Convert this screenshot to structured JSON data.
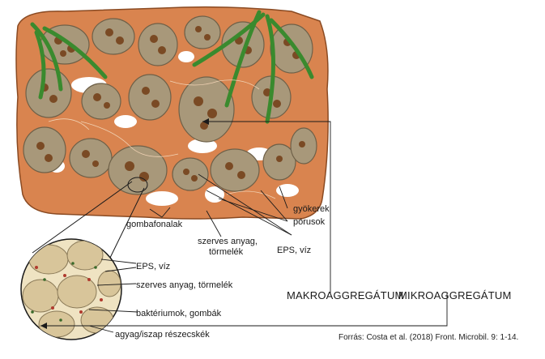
{
  "labels": {
    "gyokerek": "gyökerek",
    "porusok": "pórusok",
    "gombafonalak": "gombafonalak",
    "szerves_1": "szerves anyag,",
    "szerves_2": "törmelék",
    "eps_viz_main": "EPS, víz",
    "eps_viz_zoom": "EPS, víz",
    "szerves_zoom": "szerves anyag, törmelék",
    "makro": "MAKROAGGREGÁTUM",
    "mikro": "MIKROAGGREGÁTUM",
    "bakteriumok": "baktériumok, gombák",
    "agyag": "agyag/iszap részecskék"
  },
  "source": "Forrás: Costa et al. (2018) Front. Microbil. 9: 1-14.",
  "colors": {
    "soil": "#d9844f",
    "soil_dark": "#b8622e",
    "aggregate": "#a8987a",
    "aggregate_edge": "#6e6048",
    "crumb": "#7a4a24",
    "root": "#3a8a2e",
    "pore": "#ffffff",
    "micro_bg": "#efe3c2"
  }
}
